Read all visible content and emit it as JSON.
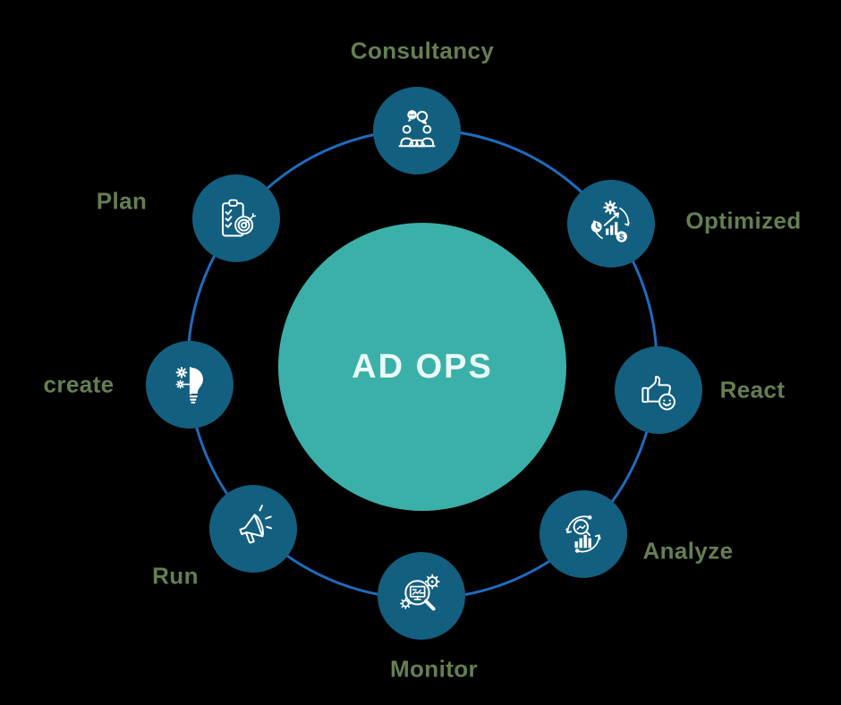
{
  "diagram": {
    "title": "AD OPS",
    "nodes": [
      {
        "label": "Consultancy",
        "icon": "people-chat-icon"
      },
      {
        "label": "Optimized",
        "icon": "gear-chart-dollar-icon"
      },
      {
        "label": "React",
        "icon": "thumbs-up-smiley-icon"
      },
      {
        "label": "Analyze",
        "icon": "magnifier-bars-cycle-icon"
      },
      {
        "label": "Monitor",
        "icon": "magnifier-screen-gears-icon"
      },
      {
        "label": "Run",
        "icon": "megaphone-icon"
      },
      {
        "label": "create",
        "icon": "lightbulb-gears-icon"
      },
      {
        "label": "Plan",
        "icon": "clipboard-checklist-target-icon"
      }
    ],
    "colors": {
      "background": "#000000",
      "center_circle": "#3BB0A9",
      "center_text": "#EAF9F7",
      "node_circle": "#135F80",
      "ring": "#1E6CBE",
      "label": "#657E52",
      "icon_stroke": "#FFFFFF"
    }
  }
}
